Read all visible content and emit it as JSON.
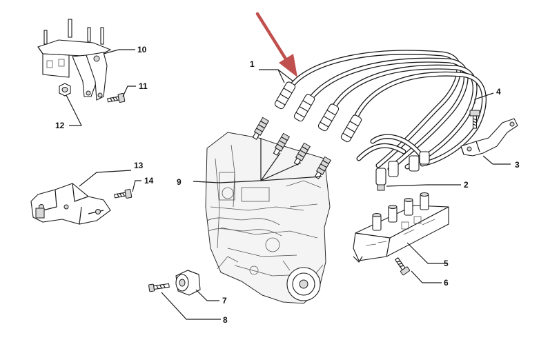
{
  "callouts": {
    "c1": "1",
    "c2": "2",
    "c3": "3",
    "c4": "4",
    "c5": "5",
    "c6": "6",
    "c7": "7",
    "c8": "8",
    "c9": "9",
    "c10": "10",
    "c11": "11",
    "c12": "12",
    "c13": "13",
    "c14": "14"
  },
  "colors": {
    "arrow": "#c0504d",
    "ink": "#1a1a1a"
  },
  "icons": {
    "pointer": "red-arrow-icon"
  }
}
